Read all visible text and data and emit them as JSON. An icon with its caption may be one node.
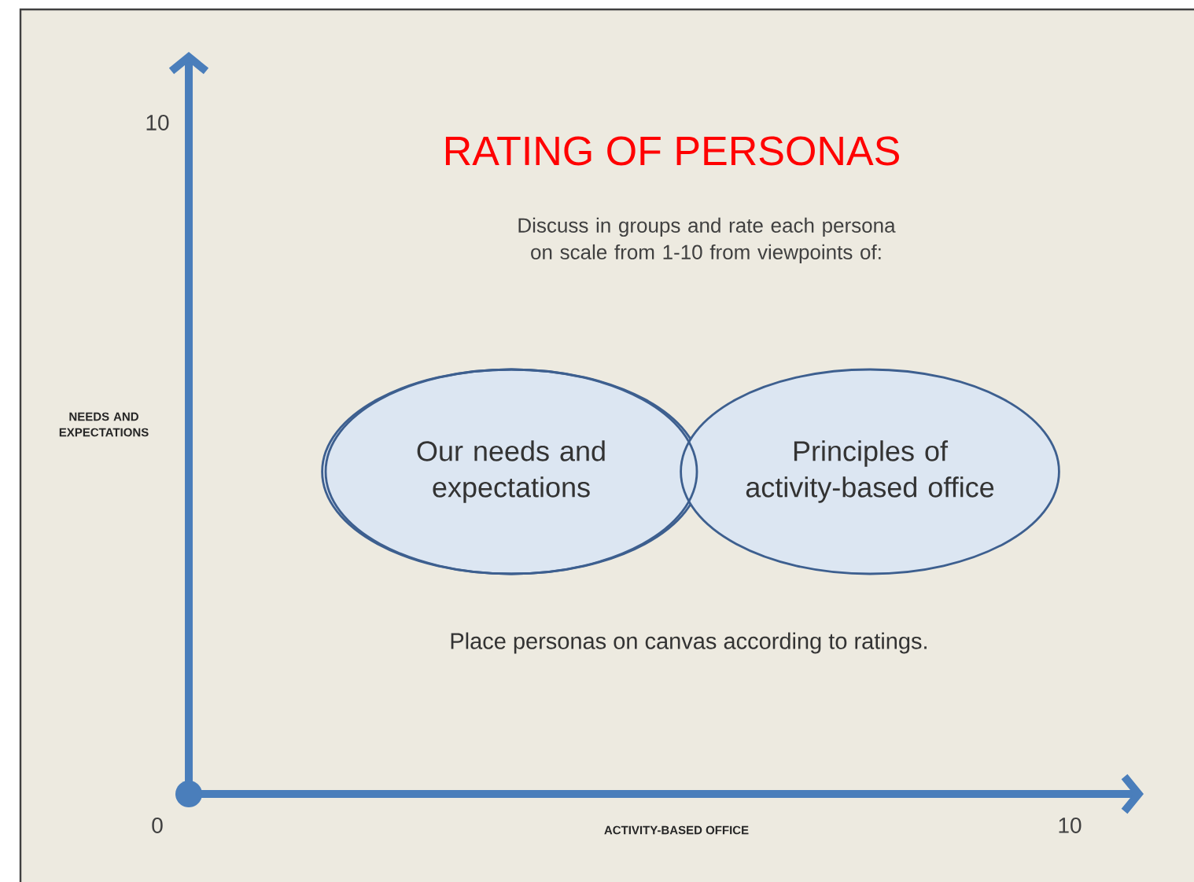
{
  "diagram": {
    "title": "RATING OF PERSONAS",
    "nodes": [
      {
        "text": [
          "Our needs and expectations"
        ]
      },
      {
        "text": [
          "Principles of activity-based office"
        ]
      }
    ],
    "edges": [],
    "labels": [
      "10",
      "Discuss in groups and rate each persona on scale from 1-10 from viewpoints of:",
      "NEEDS AND EXPECTATIONS",
      "Place personas on canvas according to ratings.",
      "0",
      "ACTIVITY-BASED OFFICE",
      "10"
    ]
  }
}
